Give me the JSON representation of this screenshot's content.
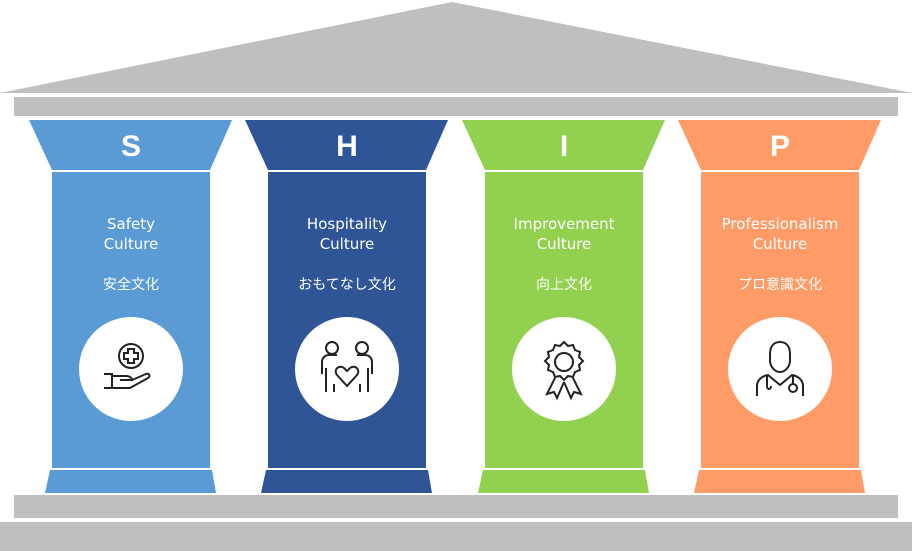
{
  "colors": {
    "roof": "#BFBFBF",
    "safety": "#5B9BD5",
    "hospitality": "#2F5597",
    "improvement": "#92D050",
    "professionalism": "#FF9B66"
  },
  "pillars": [
    {
      "letter": "S",
      "title_line1": "Safety",
      "title_line2": "Culture",
      "japanese": "安全文化",
      "icon": "hand-medical-cross-icon"
    },
    {
      "letter": "H",
      "title_line1": "Hospitality",
      "title_line2": "Culture",
      "japanese": "おもてなし文化",
      "icon": "people-heart-icon"
    },
    {
      "letter": "I",
      "title_line1": "Improvement",
      "title_line2": "Culture",
      "japanese": "向上文化",
      "icon": "award-ribbon-icon"
    },
    {
      "letter": "P",
      "title_line1": "Professionalism",
      "title_line2": "Culture",
      "japanese": "プロ意識文化",
      "icon": "doctor-icon"
    }
  ]
}
